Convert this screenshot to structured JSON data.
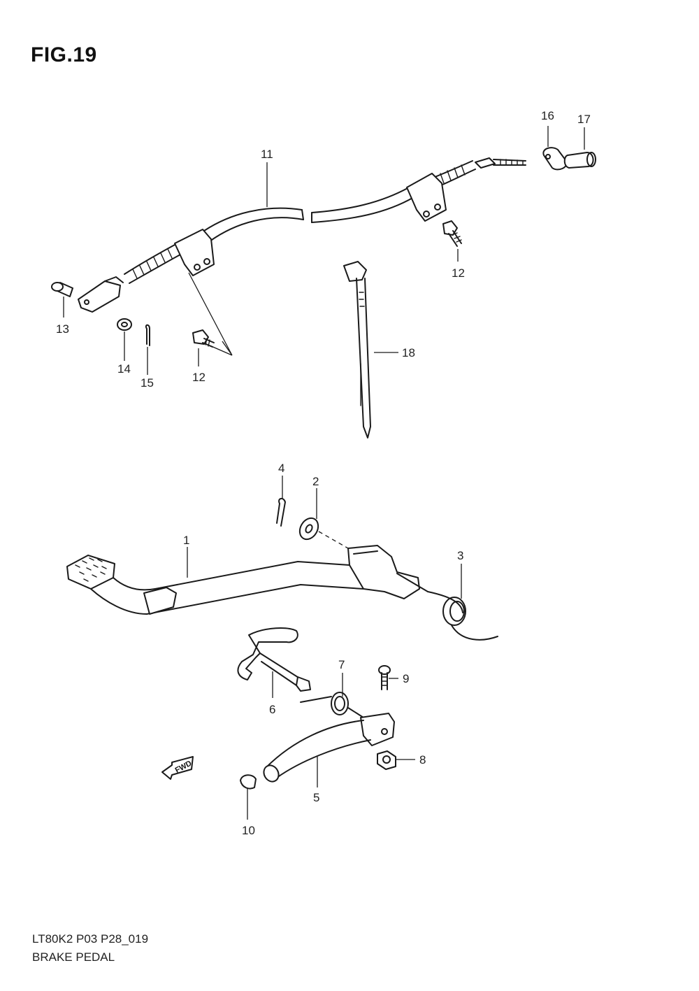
{
  "figure": {
    "title": "FIG.19"
  },
  "footer": {
    "code": "LT80K2 P03 P28_019",
    "name": "BRAKE PEDAL"
  },
  "fwd_label": "FWD",
  "callouts": [
    "1",
    "2",
    "3",
    "4",
    "5",
    "6",
    "7",
    "8",
    "9",
    "10",
    "11",
    "12",
    "12",
    "13",
    "14",
    "15",
    "16",
    "17",
    "18"
  ]
}
